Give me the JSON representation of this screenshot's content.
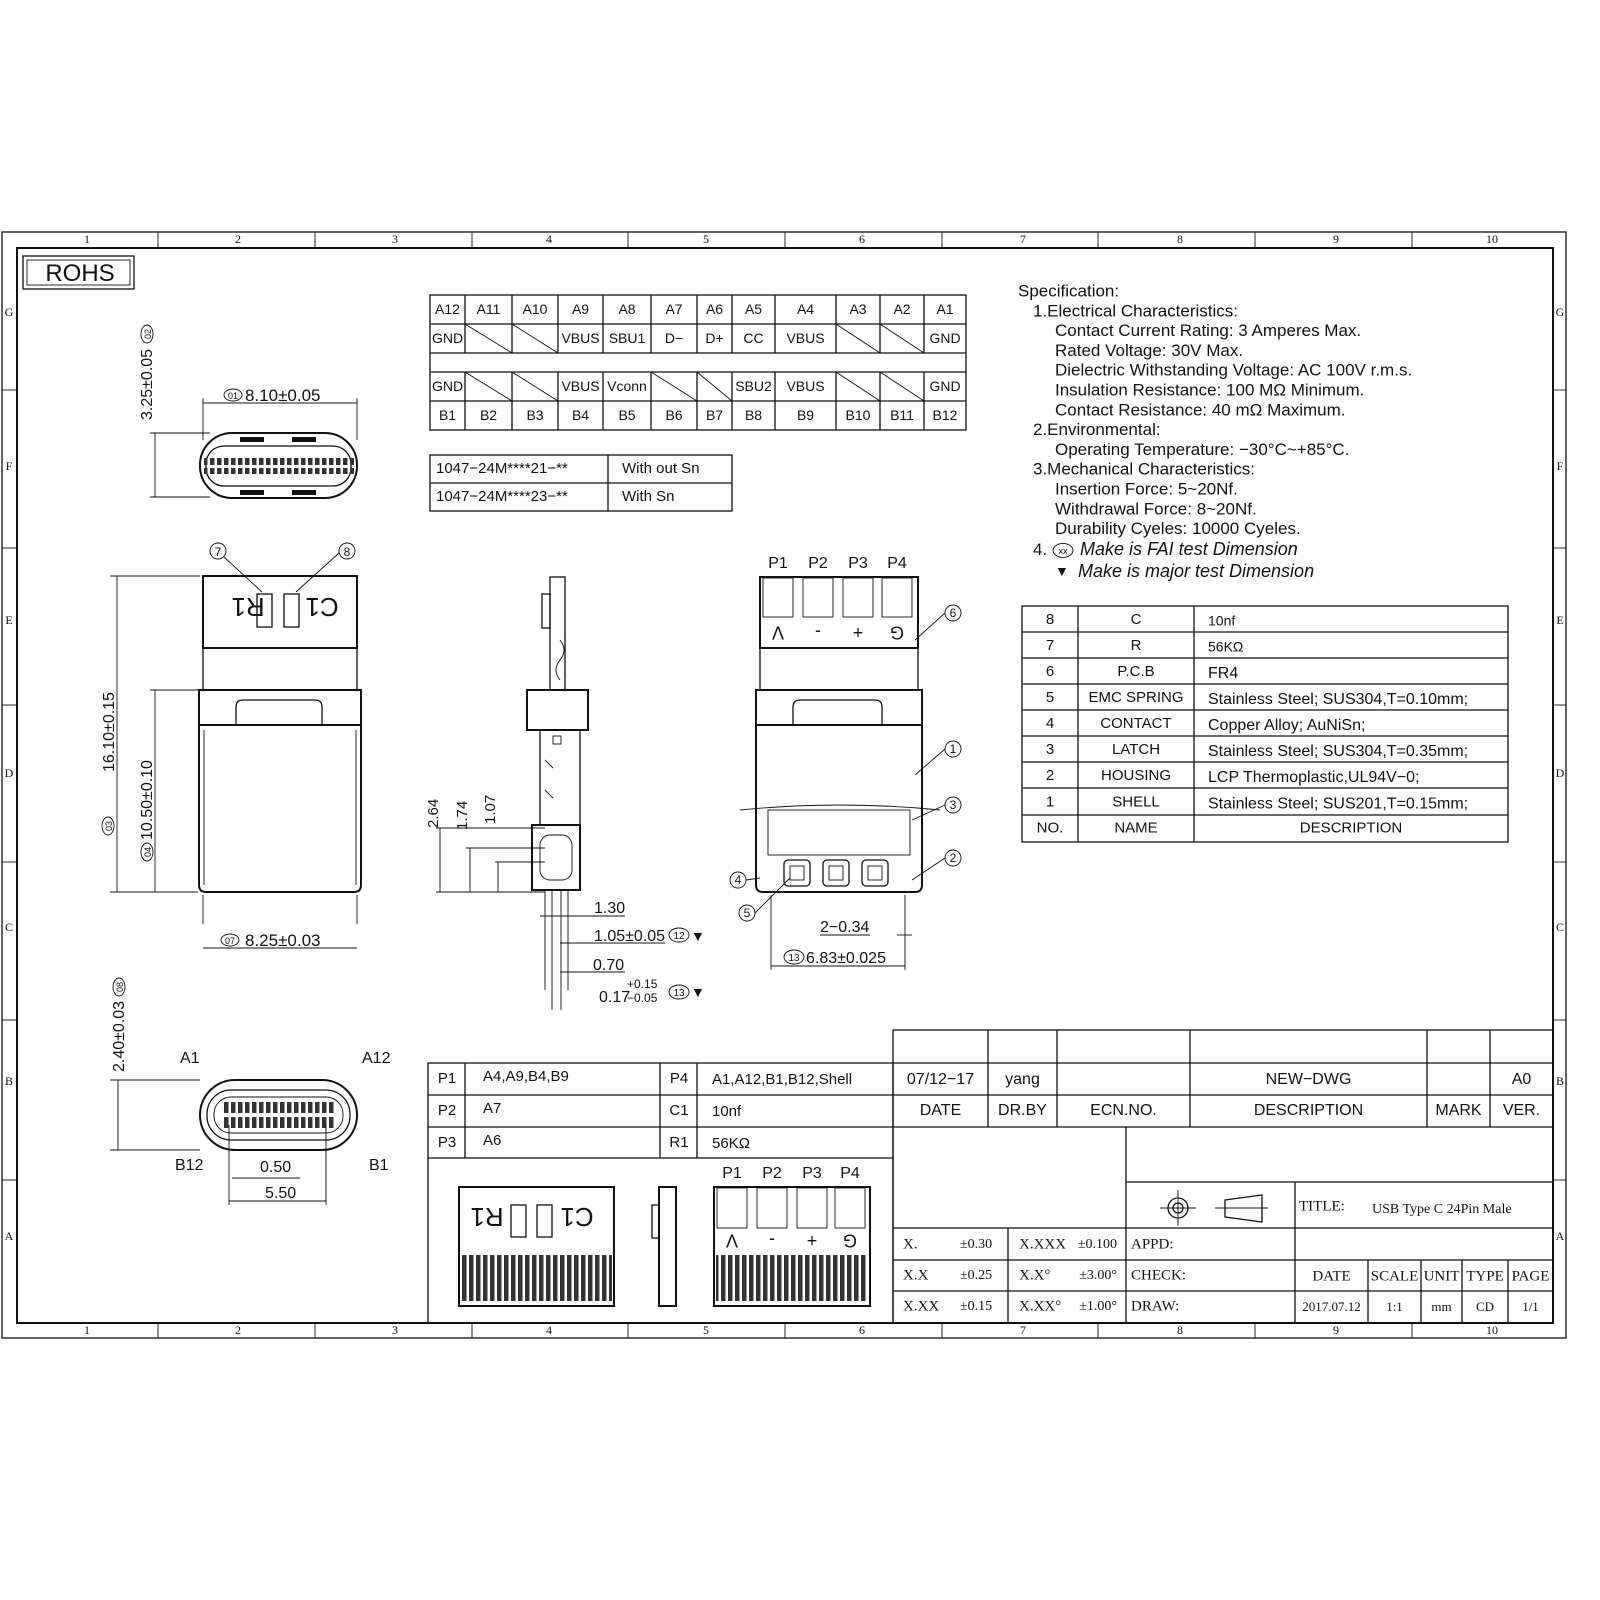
{
  "rohs": "ROHS",
  "zones": {
    "cols": [
      "1",
      "2",
      "3",
      "4",
      "5",
      "6",
      "7",
      "8",
      "9",
      "10"
    ],
    "rows": [
      "G",
      "F",
      "E",
      "D",
      "C",
      "B",
      "A"
    ]
  },
  "pin_table": {
    "top_ids": [
      "A12",
      "A11",
      "A10",
      "A9",
      "A8",
      "A7",
      "A6",
      "A5",
      "A4",
      "A3",
      "A2",
      "A1"
    ],
    "top_signals": [
      "GND",
      "",
      "",
      "VBUS",
      "SBU1",
      "D−",
      "D+",
      "CC",
      "VBUS",
      "",
      "",
      "GND"
    ],
    "bottom_signals": [
      "GND",
      "",
      "",
      "VBUS",
      "Vconn",
      "",
      "",
      "SBU2",
      "VBUS",
      "",
      "",
      "GND"
    ],
    "bottom_ids": [
      "B1",
      "B2",
      "B3",
      "B4",
      "B5",
      "B6",
      "B7",
      "B8",
      "B9",
      "B10",
      "B11",
      "B12"
    ]
  },
  "part_numbers": [
    {
      "pn": "1047−24M****21−**",
      "desc": "With  out  Sn"
    },
    {
      "pn": "1047−24M****23−**",
      "desc": "With  Sn"
    }
  ],
  "specification": {
    "heading": "Specification:",
    "sections": [
      {
        "title": "1.Electrical  Characteristics:",
        "items": [
          "Contact  Current  Rating:  3  Amperes  Max.",
          "Rated  Voltage:    30V  Max.",
          "Dielectric  Withstanding  Voltage:  AC  100V  r.m.s.",
          "Insulation  Resistance:  100  MΩ  Minimum.",
          "Contact  Resistance:  40  mΩ  Maximum."
        ]
      },
      {
        "title": "2.Environmental:",
        "items": [
          "Operating  Temperature:  −30°C~+85°C."
        ]
      },
      {
        "title": "3.Mechanical  Characteristics:",
        "items": [
          "Insertion  Force:  5~20Nf.",
          "Withdrawal  Force:  8~20Nf.",
          "Durability  Cyeles:  10000  Cyeles."
        ]
      }
    ],
    "note4": {
      "num": "4.",
      "badge": "xx",
      "text": "Make  is  FAI  test  Dimension"
    },
    "note5": {
      "marker": "▼",
      "text": "Make  is  major  test  Dimension"
    }
  },
  "parts_list": {
    "rows": [
      [
        "8",
        "C",
        "10nf"
      ],
      [
        "7",
        "R",
        "56KΩ"
      ],
      [
        "6",
        "P.C.B",
        "FR4"
      ],
      [
        "5",
        "EMC  SPRING",
        "Stainless  Steel; SUS304,T=0.10mm;"
      ],
      [
        "4",
        "CONTACT",
        "Copper  Alloy; AuNiSn;"
      ],
      [
        "3",
        "LATCH",
        "Stainless  Steel; SUS304,T=0.35mm;"
      ],
      [
        "2",
        "HOUSING",
        "LCP  Thermoplastic,UL94V−0;"
      ],
      [
        "1",
        "SHELL",
        "Stainless  Steel; SUS201,T=0.15mm;"
      ]
    ],
    "header": [
      "NO.",
      "NAME",
      "DESCRIPTION"
    ]
  },
  "dimensions": {
    "d01": {
      "badge": "01",
      "value": "8.10±0.05"
    },
    "d02": {
      "badge": "02",
      "value": "3.25±0.05"
    },
    "d03": {
      "badge": "03",
      "value": "16.10±0.15"
    },
    "d04": {
      "badge": "04",
      "value": "10.50±0.10"
    },
    "d07": {
      "badge": "07",
      "value": "8.25±0.03"
    },
    "d08": {
      "badge": "08",
      "value": "2.40±0.03"
    },
    "pitch": "0.50",
    "span": "5.50",
    "side_264": "2.64",
    "side_174": "1.74",
    "side_107": "1.07",
    "side_130": "1.30",
    "d12": {
      "badge": "12",
      "value": "1.05±0.05",
      "marker": "▼"
    },
    "side_070": "0.70",
    "d13a": {
      "badge": "13",
      "value": "0.17",
      "upper": "+0.15",
      "lower": "−0.05",
      "marker": "▼"
    },
    "front_pad": "2−0.34",
    "d13b": {
      "badge": "13",
      "value": "6.83±0.025"
    }
  },
  "end_view_labels": {
    "a1": "A1",
    "a12": "A12",
    "b12": "B12",
    "b1": "B1"
  },
  "pcb_labels": {
    "r1": "R1",
    "c1": "C1",
    "pads": [
      "P1",
      "P2",
      "P3",
      "P4"
    ],
    "pad_marks": [
      "V",
      "-",
      "+",
      "G"
    ]
  },
  "callouts": [
    "1",
    "2",
    "3",
    "4",
    "5",
    "6",
    "7",
    "8"
  ],
  "pad_table": [
    {
      "pad": "P1",
      "pins": "A4,A9,B4,B9",
      "pad2": "P4",
      "pins2": "A1,A12,B1,B12,Shell"
    },
    {
      "pad": "P2",
      "pins": "A7",
      "pad2": "C1",
      "pins2": "10nf"
    },
    {
      "pad": "P3",
      "pins": "A6",
      "pad2": "R1",
      "pins2": "56KΩ"
    }
  ],
  "title_block": {
    "revision": {
      "date": "07/12−17",
      "drawn_by": "yang",
      "ecn": "",
      "description": "NEW−DWG",
      "mark": "",
      "version": "A0"
    },
    "revision_headers": [
      "DATE",
      "DR.BY",
      "ECN.NO.",
      "DESCRIPTION",
      "MARK",
      "VER."
    ],
    "title_label": "TITLE:",
    "title": "USB  Type  C  24Pin Male",
    "tolerances": [
      [
        "X.",
        "±0.30",
        "X.XXX",
        "±0.100"
      ],
      [
        "X.X",
        "±0.25",
        "X.X°",
        "±3.00°"
      ],
      [
        "X.XX",
        "±0.15",
        "X.XX°",
        "±1.00°"
      ]
    ],
    "approvals": [
      "APPD:",
      "CHECK:",
      "DRAW:"
    ],
    "info_headers": [
      "DATE",
      "SCALE",
      "UNIT",
      "TYPE",
      "PAGE"
    ],
    "info_values": [
      "2017.07.12",
      "1:1",
      "mm",
      "CD",
      "1/1"
    ]
  }
}
